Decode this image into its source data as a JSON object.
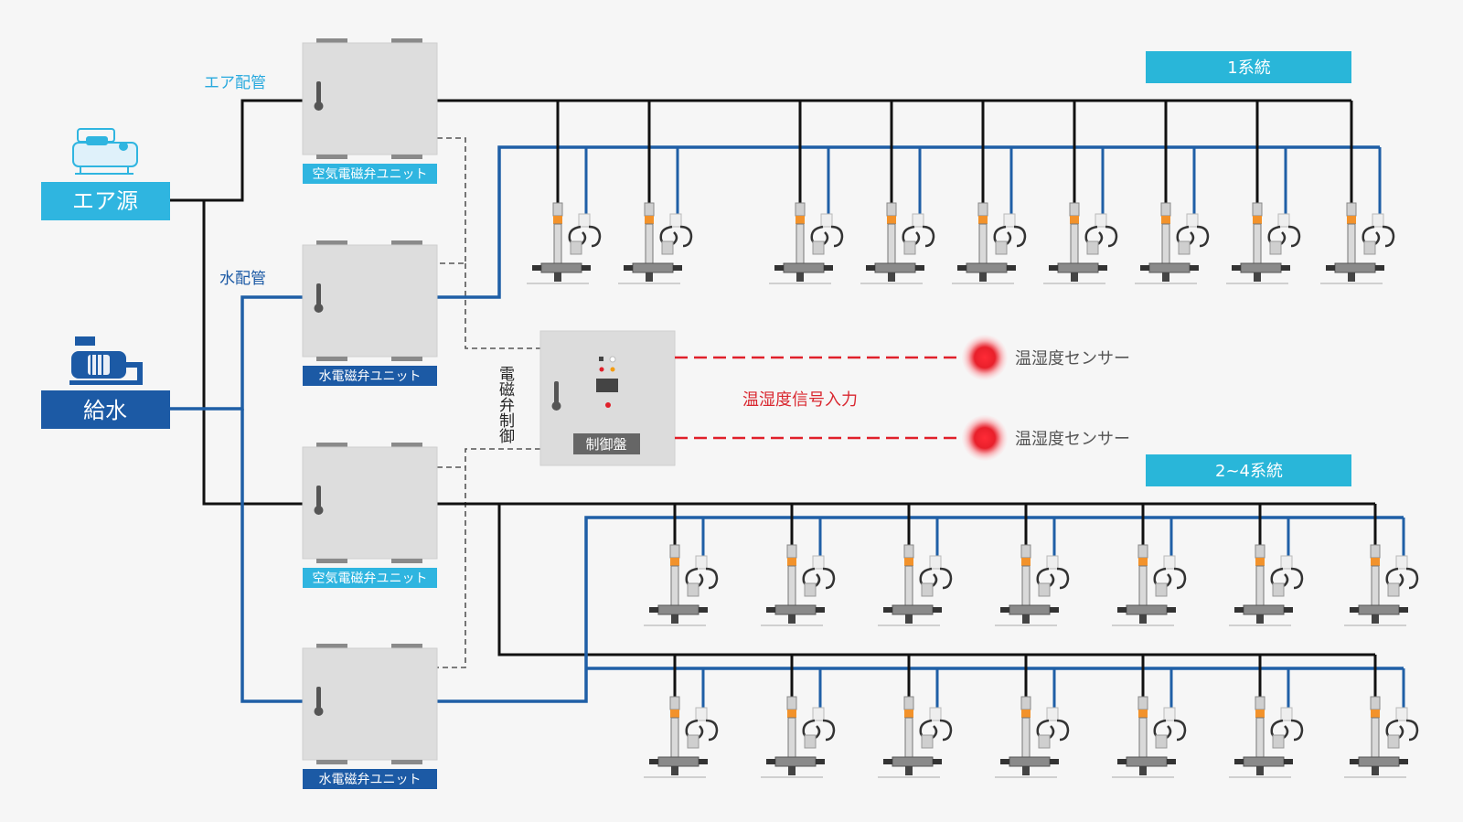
{
  "sources": {
    "air": {
      "label": "エア源"
    },
    "water": {
      "label": "給水"
    }
  },
  "pipe_labels": {
    "air": "エア配管",
    "water": "水配管"
  },
  "units": [
    {
      "label": "空気電磁弁ユニット",
      "kind": "air"
    },
    {
      "label": "水電磁弁ユニット",
      "kind": "water"
    },
    {
      "label": "空気電磁弁ユニット",
      "kind": "air"
    },
    {
      "label": "水電磁弁ユニット",
      "kind": "water"
    }
  ],
  "control": {
    "panel_label": "制御盤",
    "line_label": "電磁弁制御",
    "signal_label": "温湿度信号入力"
  },
  "sensors": [
    {
      "label": "温湿度センサー"
    },
    {
      "label": "温湿度センサー"
    }
  ],
  "systems": [
    {
      "label": "1系統",
      "nozzle_count": 9
    },
    {
      "label": "2~4系統",
      "rows": 2,
      "nozzle_count_per_row": 7
    }
  ],
  "colors": {
    "air_pipe": "#111111",
    "water_pipe": "#1f5fa6",
    "accent_cyan": "#29b6d9",
    "source_light": "#2fb5e0",
    "source_dark": "#1c5aa5",
    "alarm_red": "#e0202a"
  }
}
